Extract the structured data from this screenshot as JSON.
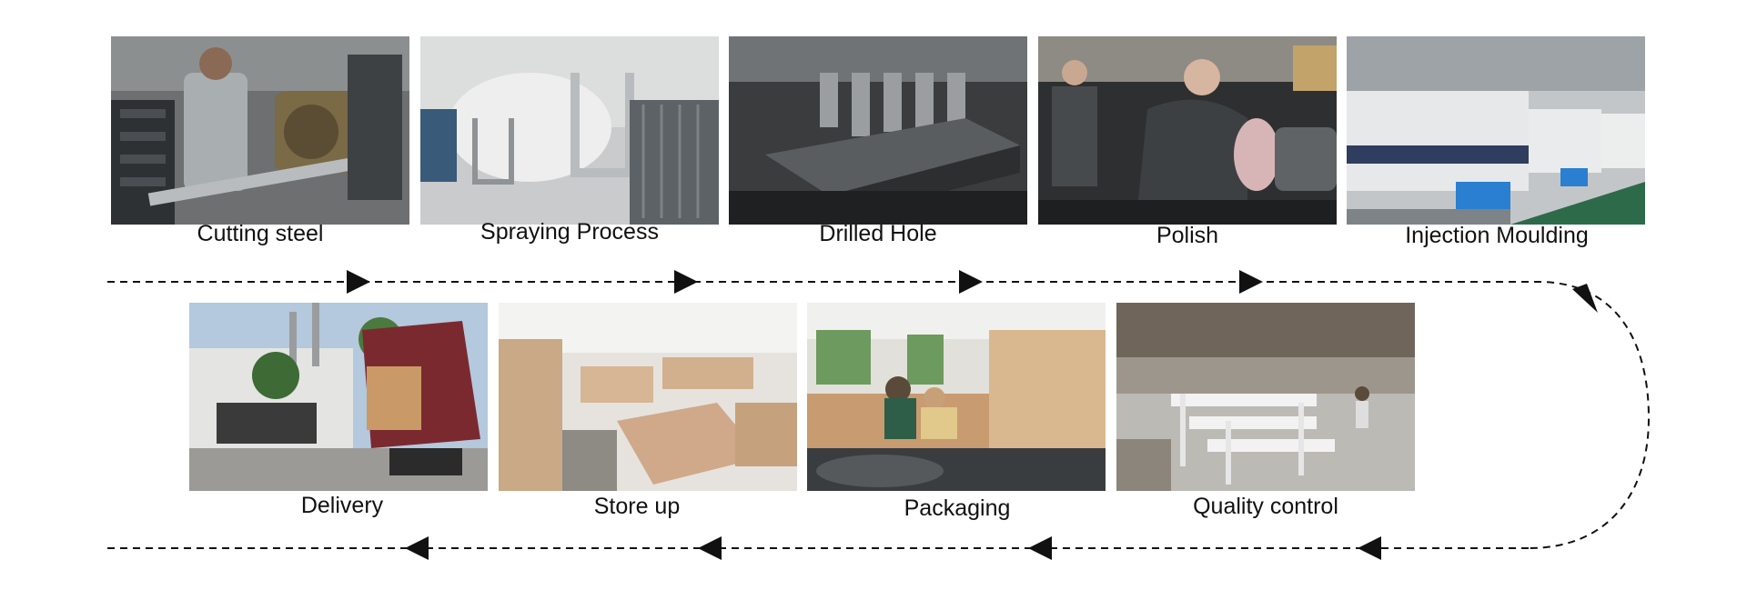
{
  "steps": [
    {
      "id": "cutting-steel",
      "label": "Cutting steel"
    },
    {
      "id": "spraying-process",
      "label": "Spraying Process"
    },
    {
      "id": "drilled-hole",
      "label": "Drilled Hole"
    },
    {
      "id": "polish",
      "label": "Polish"
    },
    {
      "id": "injection-moulding",
      "label": "Injection Moulding"
    },
    {
      "id": "quality-control",
      "label": "Quality control"
    },
    {
      "id": "packaging",
      "label": "Packaging"
    },
    {
      "id": "store-up",
      "label": "Store up"
    },
    {
      "id": "delivery",
      "label": "Delivery"
    }
  ],
  "colors": {
    "arrow": "#111111",
    "label": "#111111"
  }
}
